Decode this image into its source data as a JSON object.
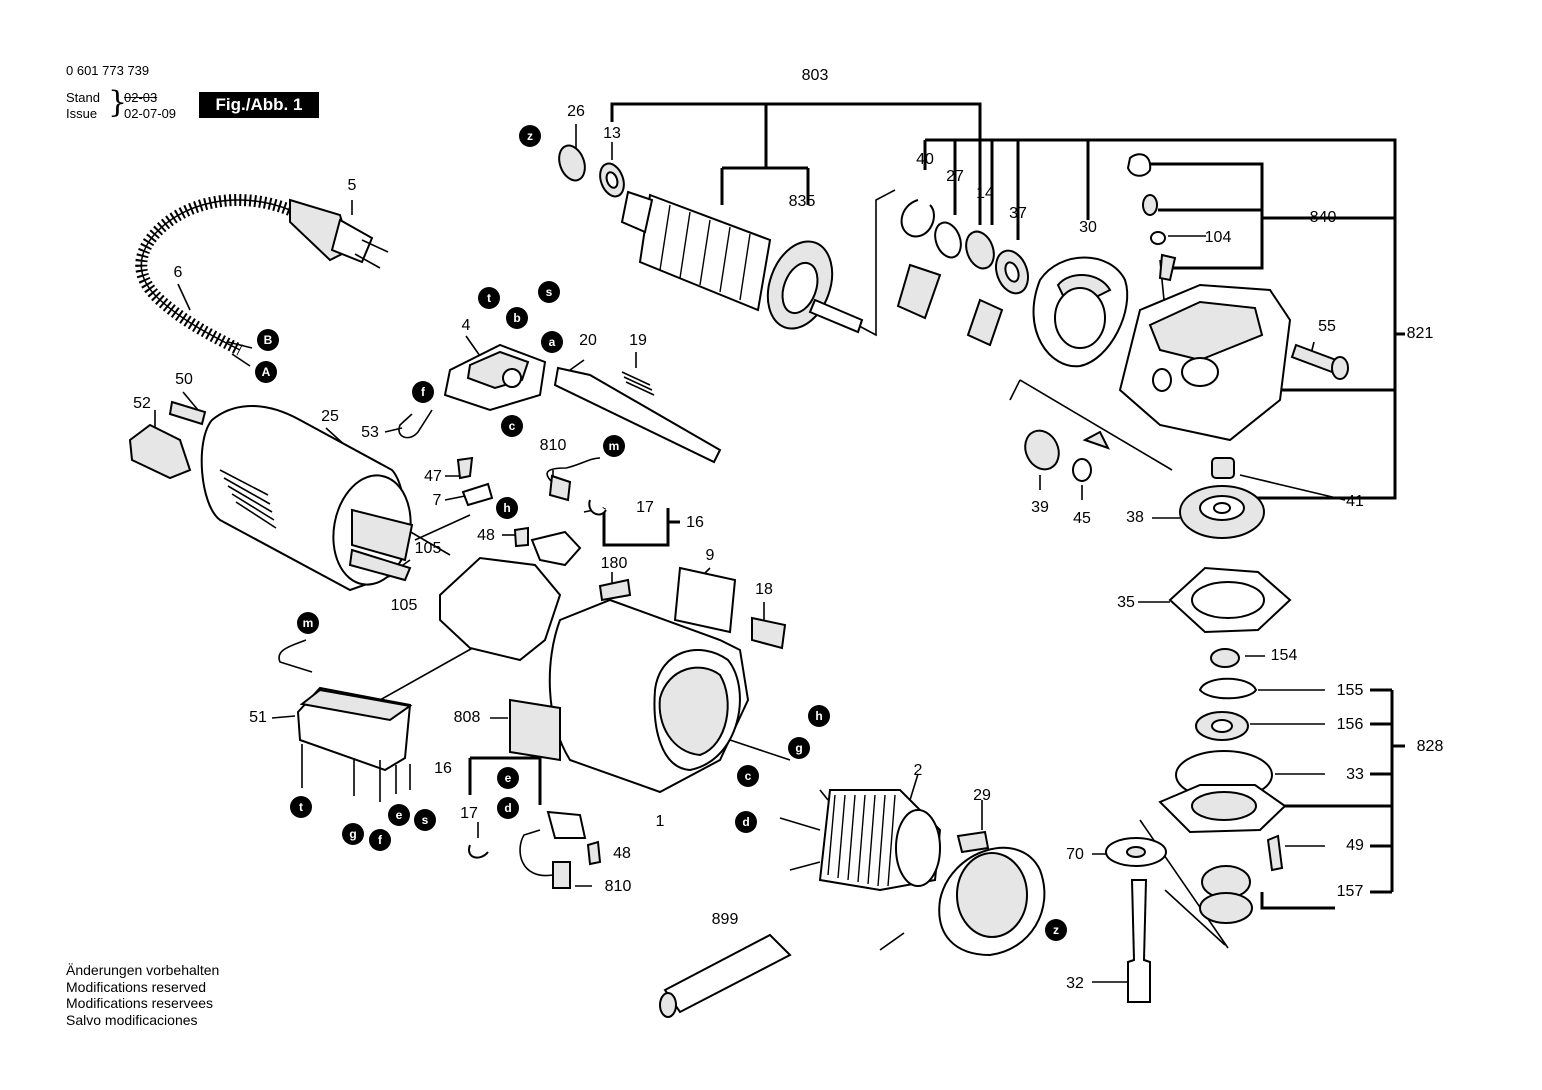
{
  "header": {
    "part_number": "0 601 773 739",
    "stand_label": "Stand",
    "stand_value": "02-03",
    "issue_label": "Issue",
    "issue_value": "02-07-09",
    "figure_label": "Fig./Abb. 1"
  },
  "footer_notes": [
    "Änderungen vorbehalten",
    "Modifications reserved",
    "Modifications reservees",
    "Salvo modificaciones"
  ],
  "part_labels": [
    "803",
    "26",
    "13",
    "835",
    "40",
    "27",
    "14",
    "37",
    "30",
    "840",
    "104",
    "821",
    "55",
    "5",
    "6",
    "4",
    "20",
    "19",
    "50",
    "52",
    "25",
    "53",
    "810",
    "47",
    "7",
    "17",
    "16",
    "48",
    "105",
    "105",
    "180",
    "9",
    "18",
    "39",
    "45",
    "41",
    "38",
    "35",
    "154",
    "155",
    "156",
    "828",
    "33",
    "49",
    "157",
    "70",
    "32",
    "51",
    "808",
    "16",
    "17",
    "48",
    "810",
    "1",
    "2",
    "29",
    "899"
  ],
  "wire_markers": [
    "z",
    "B",
    "A",
    "t",
    "b",
    "s",
    "a",
    "f",
    "c",
    "m",
    "h",
    "m",
    "t",
    "g",
    "f",
    "e",
    "s",
    "e",
    "d",
    "h",
    "g",
    "c",
    "d",
    "z"
  ],
  "colors": {
    "ink": "#000000",
    "paper": "#ffffff",
    "part_shade": "#e6e6e6"
  }
}
